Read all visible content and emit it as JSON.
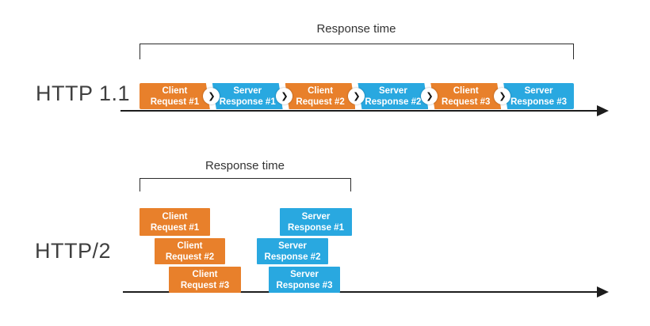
{
  "colors": {
    "request_orange": "#E8802B",
    "response_blue": "#29A8E0",
    "line_black": "#1c1c1c",
    "label_gray": "#3f3f3f"
  },
  "http11": {
    "label": "HTTP 1.1",
    "response_time_label": "Response time",
    "chevron_glyph": "❯",
    "segments": [
      {
        "kind": "request",
        "line1": "Client",
        "line2": "Request #1"
      },
      {
        "kind": "response",
        "line1": "Server",
        "line2": "Response #1"
      },
      {
        "kind": "request",
        "line1": "Client",
        "line2": "Request #2"
      },
      {
        "kind": "response",
        "line1": "Server",
        "line2": "Response #2"
      },
      {
        "kind": "request",
        "line1": "Client",
        "line2": "Request #3"
      },
      {
        "kind": "response",
        "line1": "Server",
        "line2": "Response #3"
      }
    ]
  },
  "http2": {
    "label": "HTTP/2",
    "response_time_label": "Response time",
    "requests": [
      {
        "line1": "Client",
        "line2": "Request #1"
      },
      {
        "line1": "Client",
        "line2": "Request #2"
      },
      {
        "line1": "Client",
        "line2": "Request #3"
      }
    ],
    "responses": [
      {
        "line1": "Server",
        "line2": "Response #1"
      },
      {
        "line1": "Server",
        "line2": "Response #2"
      },
      {
        "line1": "Server",
        "line2": "Response #3"
      }
    ]
  }
}
